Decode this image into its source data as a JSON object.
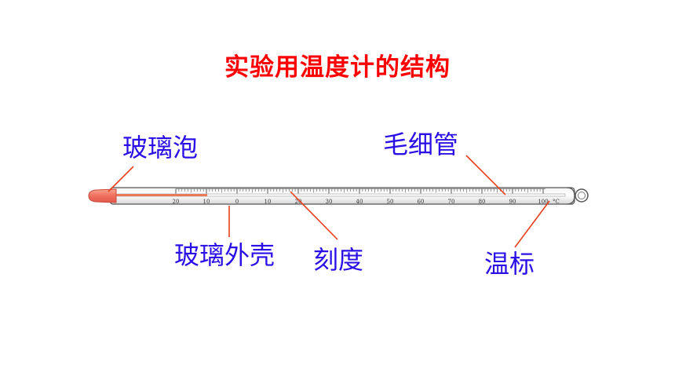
{
  "title": "实验用温度计的结构",
  "labels": {
    "bulb": "玻璃泡",
    "capillary": "毛细管",
    "shell": "玻璃外壳",
    "scale": "刻度",
    "unit": "温标"
  },
  "scale": {
    "numbers": [
      "20",
      "10",
      "0",
      "10",
      "20",
      "30",
      "40",
      "50",
      "60",
      "70",
      "80",
      "90",
      "100"
    ],
    "unit_symbol": "C"
  },
  "colors": {
    "title": "#ff0000",
    "label": "#2a10e6",
    "leader_line": "#e8401c",
    "liquid": "#e87a5a",
    "bulb": "#f07060"
  }
}
